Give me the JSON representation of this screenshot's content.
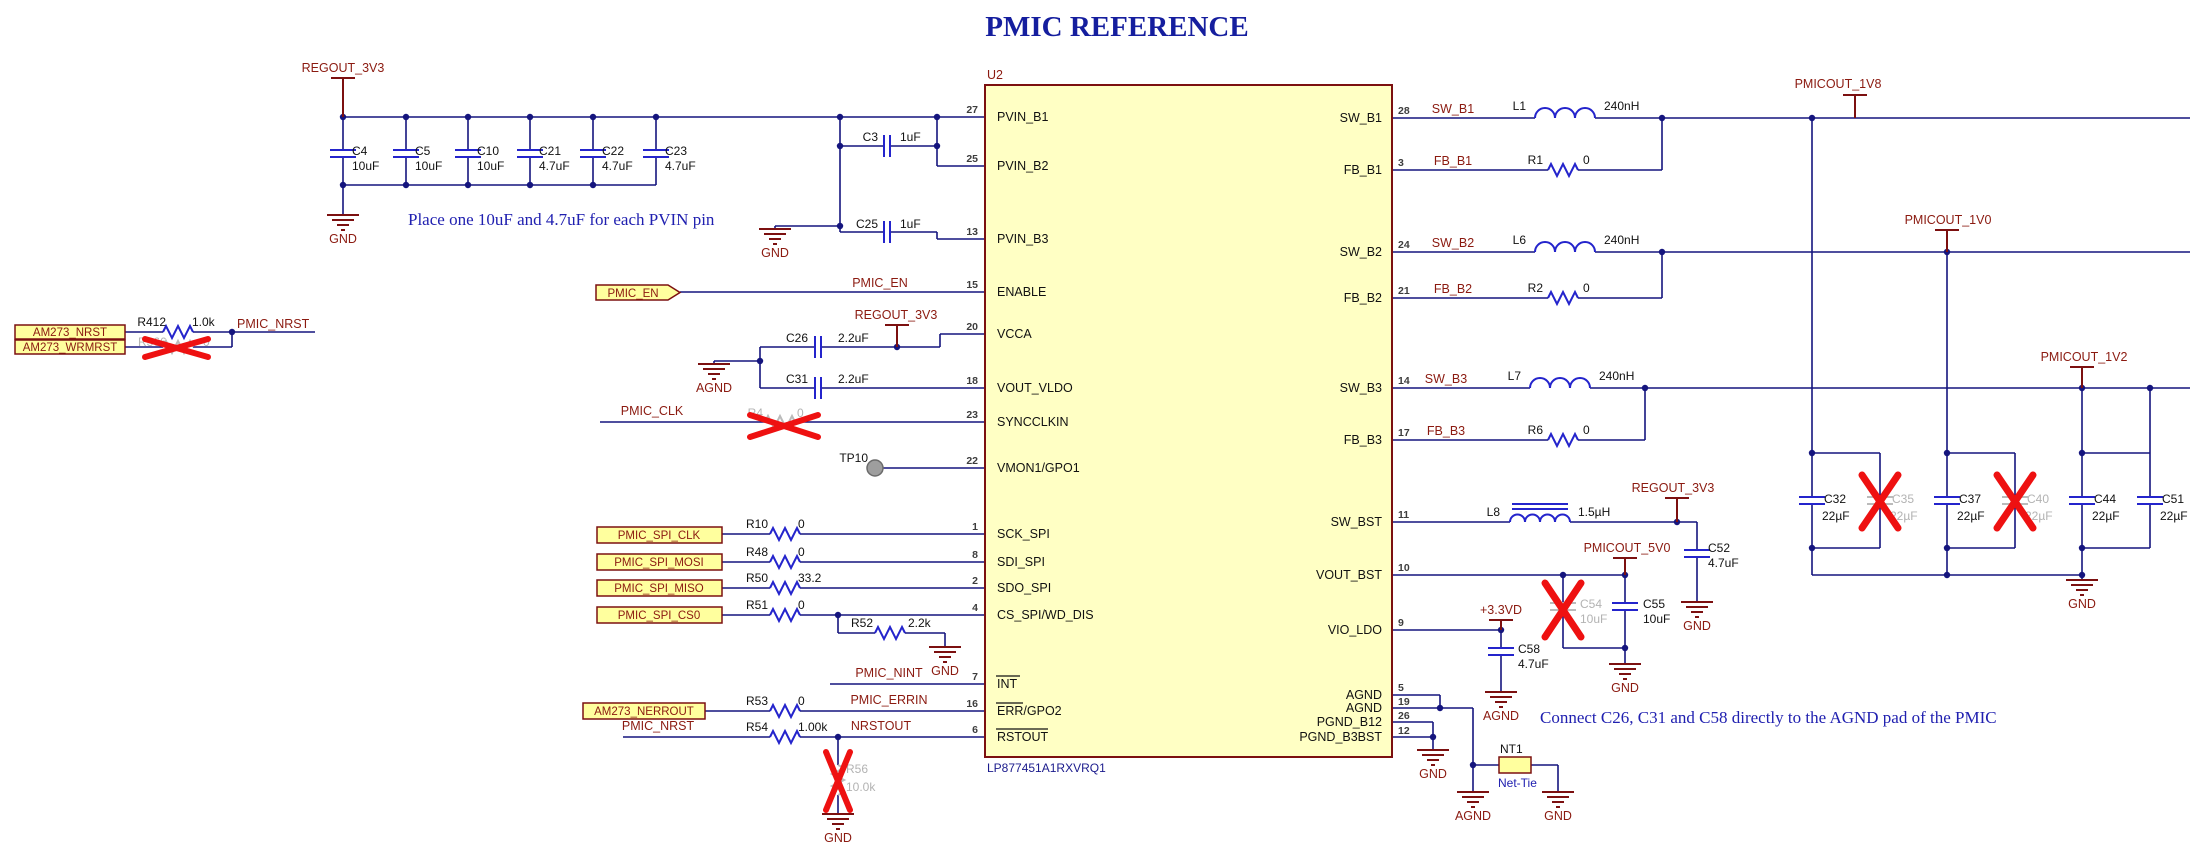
{
  "title": "PMIC REFERENCE",
  "notes": {
    "pvin": "Place one 10uF and 4.7uF for each PVIN pin",
    "agnd": "Connect C26, C31 and C58 directly to the AGND pad of the PMIC"
  },
  "labels": {
    "gnd": "GND",
    "agnd": "AGND"
  },
  "ports": {
    "am273_nrst": "AM273_NRST",
    "am273_wrmrst": "AM273_WRMRST",
    "pmic_en": "PMIC_EN",
    "spi_clk": "PMIC_SPI_CLK",
    "spi_mosi": "PMIC_SPI_MOSI",
    "spi_miso": "PMIC_SPI_MISO",
    "spi_cs0": "PMIC_SPI_CS0",
    "am273_nerrout": "AM273_NERROUT"
  },
  "nets": {
    "regout_3v3": "REGOUT_3V3",
    "pmic_nrst": "PMIC_NRST",
    "pmic_en": "PMIC_EN",
    "pmic_clk": "PMIC_CLK",
    "pmic_nint": "PMIC_NINT",
    "pmic_errin": "PMIC_ERRIN",
    "nrstout": "NRSTOUT",
    "sw_b1": "SW_B1",
    "fb_b1": "FB_B1",
    "sw_b2": "SW_B2",
    "fb_b2": "FB_B2",
    "sw_b3": "SW_B3",
    "fb_b3": "FB_B3",
    "pmicout_1v8": "PMICOUT_1V8",
    "pmicout_1v0": "PMICOUT_1V0",
    "pmicout_1v2": "PMICOUT_1V2",
    "pmicout_5v0": "PMICOUT_5V0",
    "p3v3d": "+3.3VD"
  },
  "chip": {
    "ref": "U2",
    "part": "LP877451A1RXVRQ1",
    "left_pins": [
      {
        "num": "27",
        "name": "PVIN_B1"
      },
      {
        "num": "25",
        "name": "PVIN_B2"
      },
      {
        "num": "13",
        "name": "PVIN_B3"
      },
      {
        "num": "15",
        "name": "ENABLE"
      },
      {
        "num": "20",
        "name": "VCCA"
      },
      {
        "num": "18",
        "name": "VOUT_VLDO"
      },
      {
        "num": "23",
        "name": "SYNCCLKIN"
      },
      {
        "num": "22",
        "name": "VMON1/GPO1"
      },
      {
        "num": "1",
        "name": "SCK_SPI"
      },
      {
        "num": "8",
        "name": "SDI_SPI"
      },
      {
        "num": "2",
        "name": "SDO_SPI"
      },
      {
        "num": "4",
        "name": "CS_SPI/WD_DIS"
      },
      {
        "num": "7",
        "name": "INT"
      },
      {
        "num": "16",
        "name_ov": "ERR",
        "name_rest": "/GPO2"
      },
      {
        "num": "6",
        "name": "RSTOUT"
      }
    ],
    "right_pins": [
      {
        "num": "28",
        "name": "SW_B1"
      },
      {
        "num": "3",
        "name": "FB_B1"
      },
      {
        "num": "24",
        "name": "SW_B2"
      },
      {
        "num": "21",
        "name": "FB_B2"
      },
      {
        "num": "14",
        "name": "SW_B3"
      },
      {
        "num": "17",
        "name": "FB_B3"
      },
      {
        "num": "11",
        "name": "SW_BST"
      },
      {
        "num": "10",
        "name": "VOUT_BST"
      },
      {
        "num": "9",
        "name": "VIO_LDO"
      },
      {
        "num": "5",
        "name": "AGND"
      },
      {
        "num": "19",
        "name": "AGND"
      },
      {
        "num": "26",
        "name": "PGND_B12"
      },
      {
        "num": "12",
        "name": "PGND_B3BST"
      }
    ]
  },
  "parts": {
    "c4": {
      "ref": "C4",
      "value": "10uF"
    },
    "c5": {
      "ref": "C5",
      "value": "10uF"
    },
    "c10": {
      "ref": "C10",
      "value": "10uF"
    },
    "c21": {
      "ref": "C21",
      "value": "4.7uF"
    },
    "c22": {
      "ref": "C22",
      "value": "4.7uF"
    },
    "c23": {
      "ref": "C23",
      "value": "4.7uF"
    },
    "c3": {
      "ref": "C3",
      "value": "1uF"
    },
    "c25": {
      "ref": "C25",
      "value": "1uF"
    },
    "c26": {
      "ref": "C26",
      "value": "2.2uF"
    },
    "c31": {
      "ref": "C31",
      "value": "2.2uF"
    },
    "r412": {
      "ref": "R412",
      "value": "1.0k"
    },
    "r366": {
      "ref": "R366",
      "value": "0"
    },
    "r4x": {
      "ref": "R4",
      "value": "0"
    },
    "r10": {
      "ref": "R10",
      "value": "0"
    },
    "r48": {
      "ref": "R48",
      "value": "0"
    },
    "r50": {
      "ref": "R50",
      "value": "33.2"
    },
    "r51": {
      "ref": "R51",
      "value": "0"
    },
    "r52": {
      "ref": "R52",
      "value": "2.2k"
    },
    "r53": {
      "ref": "R53",
      "value": "0"
    },
    "r54": {
      "ref": "R54",
      "value": "1.00k"
    },
    "r56": {
      "ref": "R56",
      "value": "10.0k"
    },
    "l1": {
      "ref": "L1",
      "value": "240nH"
    },
    "l6": {
      "ref": "L6",
      "value": "240nH"
    },
    "l7": {
      "ref": "L7",
      "value": "240nH"
    },
    "l8": {
      "ref": "L8",
      "value": "1.5µH"
    },
    "r1": {
      "ref": "R1",
      "value": "0"
    },
    "r2": {
      "ref": "R2",
      "value": "0"
    },
    "r6": {
      "ref": "R6",
      "value": "0"
    },
    "c52": {
      "ref": "C52",
      "value": "4.7uF"
    },
    "c54": {
      "ref": "C54",
      "value": "10uF"
    },
    "c55": {
      "ref": "C55",
      "value": "10uF"
    },
    "c58": {
      "ref": "C58",
      "value": "4.7uF"
    },
    "c32": {
      "ref": "C32",
      "value": "22µF"
    },
    "c35": {
      "ref": "C35",
      "value": "22µF"
    },
    "c37": {
      "ref": "C37",
      "value": "22µF"
    },
    "c40": {
      "ref": "C40",
      "value": "22µF"
    },
    "c44": {
      "ref": "C44",
      "value": "22µF"
    },
    "c51": {
      "ref": "C51",
      "value": "22µF"
    },
    "tp10": {
      "ref": "TP10"
    },
    "nt1": {
      "ref": "NT1",
      "value": "Net-Tie"
    }
  },
  "colors": {
    "wire": "#15157e",
    "symbol": "#2424cc",
    "maroon": "#7c1010",
    "net_label": "#8b1a10",
    "chip_fill": "#ffffc4",
    "port_fill": "#ffff9e",
    "dnp_x": "#ee1111",
    "dnp_text": "#b3b3b3",
    "title": "#151e9e",
    "note": "#2020b0"
  }
}
